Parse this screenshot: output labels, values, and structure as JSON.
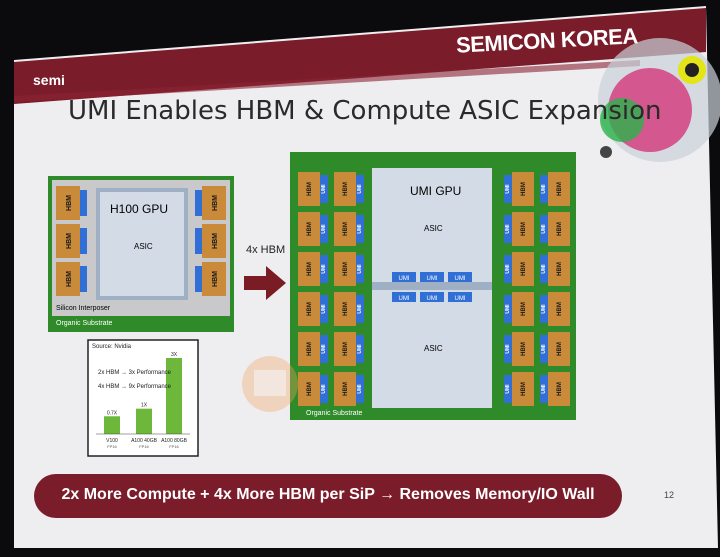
{
  "slide": {
    "brand": "SEMICON KOREA",
    "logo_text": "semi",
    "title": "UMI Enables HBM & Compute ASIC Expansion",
    "arrow_label": "4x HBM",
    "page_number": "12",
    "banner": "2x More Compute + 4x More HBM per SiP → Removes Memory/IO Wall"
  },
  "h100": {
    "gpu_label": "H100 GPU",
    "asic_label": "ASIC",
    "hbm_label": "HBM",
    "interposer_label": "Silicon Interposer",
    "substrate_label": "Organic Substrate"
  },
  "umi": {
    "gpu_label": "UMI GPU",
    "asic_label": "ASIC",
    "hbm_label": "HBM",
    "umi_label": "UMI",
    "substrate_label": "Organic Substrate"
  },
  "inset": {
    "source": "Source: Nvidia",
    "note1": "2x HBM → 3x Performance",
    "note2": "4x HBM → 9x Performance",
    "chart_data": {
      "type": "bar",
      "categories": [
        "V100",
        "A100 40GB",
        "A100 80GB"
      ],
      "sublabels": [
        "FP16",
        "FP16",
        "FP16"
      ],
      "values": [
        0.7,
        1,
        3
      ],
      "value_labels": [
        "0.7X",
        "1X",
        "3X"
      ]
    }
  },
  "colors": {
    "hbm": "#c98a3a",
    "umi": "#2f6fd6",
    "substrate": "#2f8a2a",
    "banner": "#7b1c2a",
    "arrow": "#7a1c24"
  }
}
